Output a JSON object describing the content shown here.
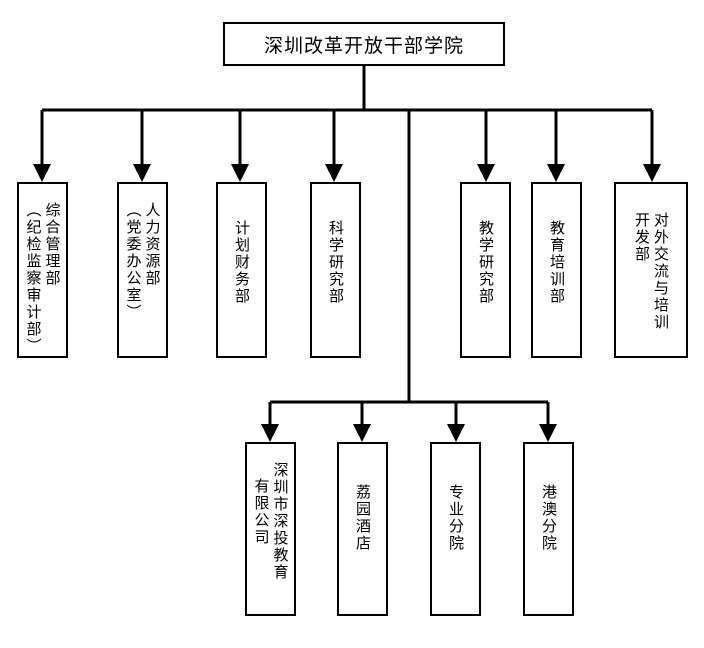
{
  "org": {
    "root": "深圳改革开放干部学院",
    "departments": [
      {
        "lines": [
          "综合管理部",
          "（纪检监察审计部）"
        ]
      },
      {
        "lines": [
          "人力资源部",
          "（党委办公室）"
        ]
      },
      {
        "lines": [
          "计划财务部"
        ]
      },
      {
        "lines": [
          "科学研究部"
        ]
      },
      {
        "lines": [
          "教学研究部"
        ]
      },
      {
        "lines": [
          "教育培训部"
        ]
      },
      {
        "lines": [
          "对外交流与培训",
          "开发部"
        ]
      }
    ],
    "subsidiaries": [
      {
        "lines": [
          "深圳市深投教育",
          "有限公司"
        ]
      },
      {
        "lines": [
          "荔园酒店"
        ]
      },
      {
        "lines": [
          "专业分院"
        ]
      },
      {
        "lines": [
          "港澳分院"
        ]
      }
    ]
  }
}
